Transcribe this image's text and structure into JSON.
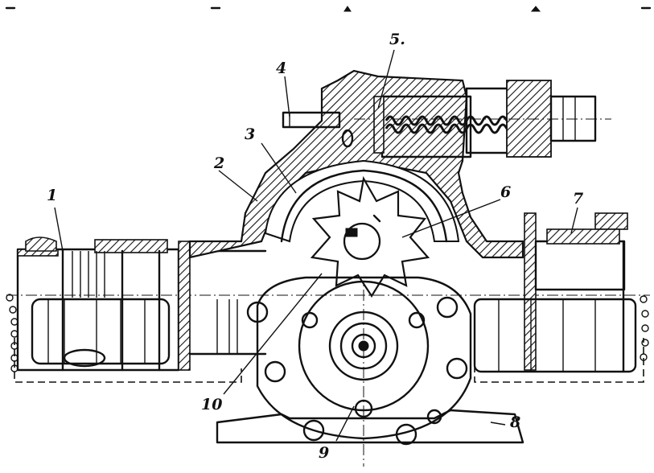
{
  "diagram": {
    "callouts": [
      {
        "id": "1",
        "label": "1"
      },
      {
        "id": "2",
        "label": "2"
      },
      {
        "id": "3",
        "label": "3"
      },
      {
        "id": "4",
        "label": "4"
      },
      {
        "id": "5",
        "label": "5."
      },
      {
        "id": "6",
        "label": "6"
      },
      {
        "id": "7",
        "label": "7"
      },
      {
        "id": "8",
        "label": "8"
      },
      {
        "id": "9",
        "label": "9"
      },
      {
        "id": "10",
        "label": "10"
      }
    ]
  }
}
